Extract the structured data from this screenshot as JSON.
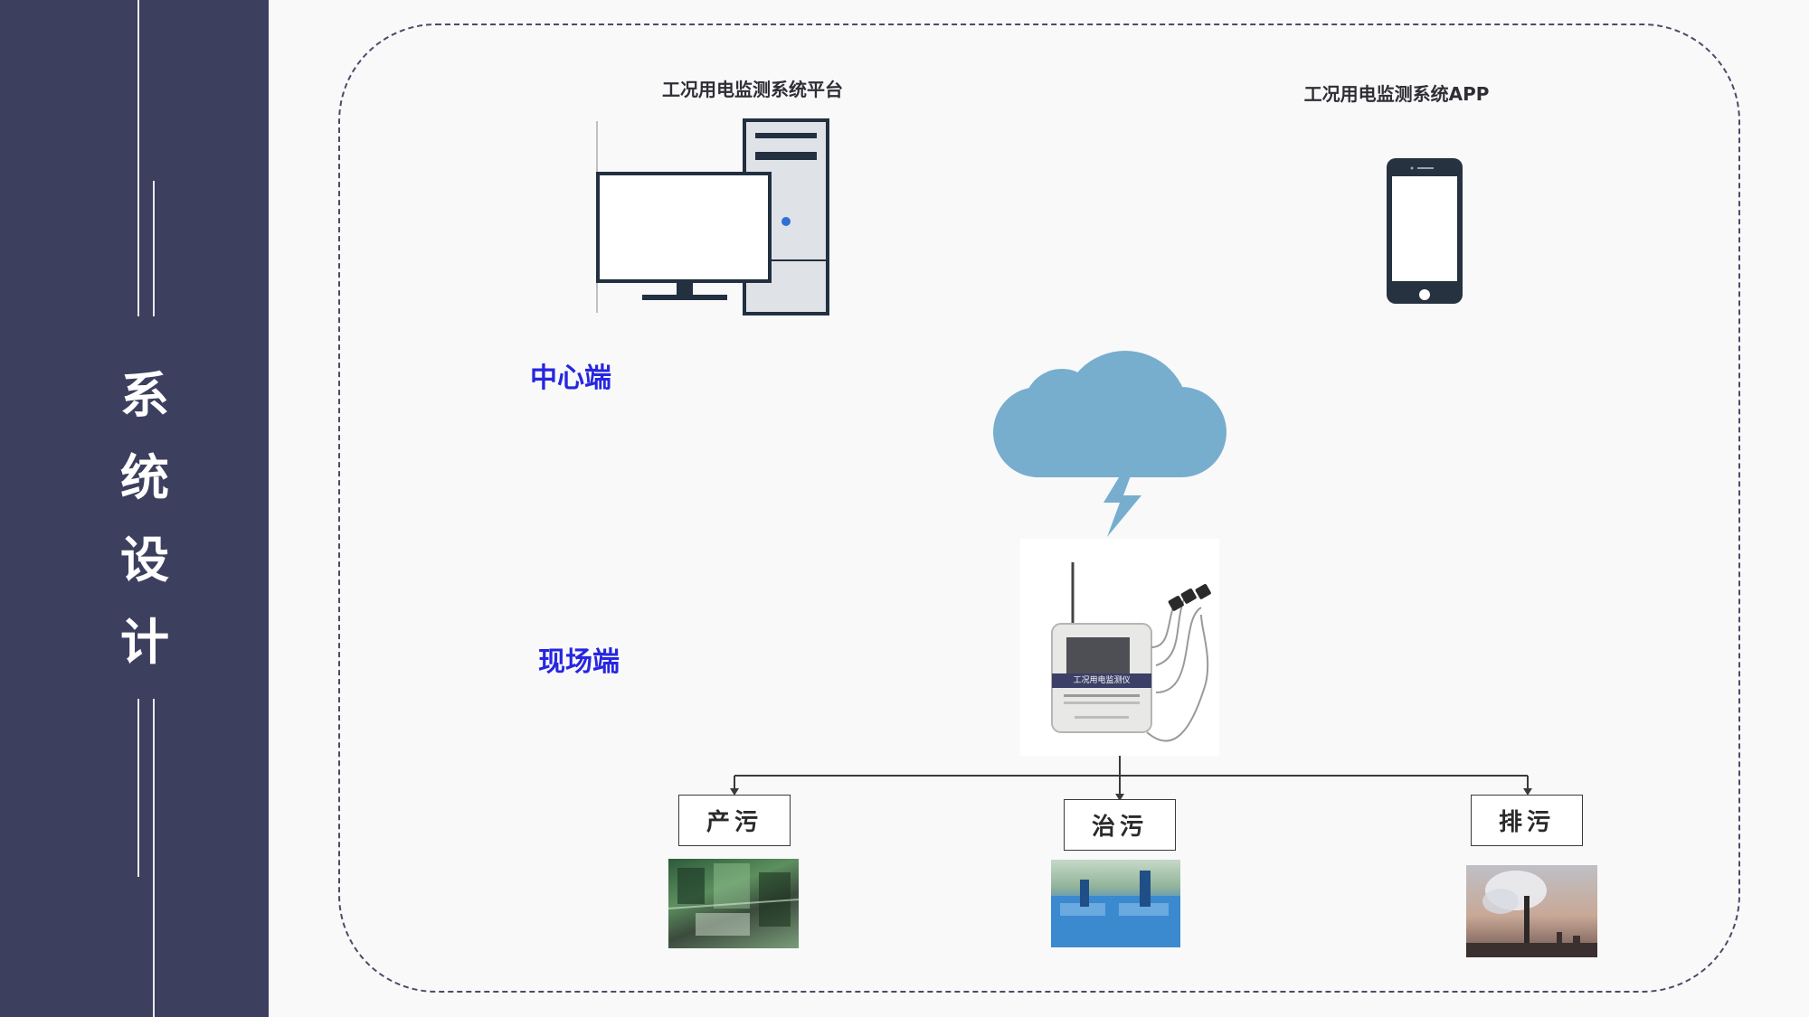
{
  "sidebar": {
    "title_chars": [
      "系",
      "统",
      "设",
      "计"
    ]
  },
  "diagram": {
    "platform_label": "工况用电监测系统平台",
    "app_label": "工况用电监测系统APP",
    "center_label": "中心端",
    "field_label": "现场端",
    "device_label": "工况用电监测仪",
    "branches": [
      "产污",
      "治污",
      "排污"
    ]
  },
  "colors": {
    "sidebar_bg": "#3c3f5e",
    "blue_label": "#2626e0",
    "cloud": "#77aece"
  }
}
